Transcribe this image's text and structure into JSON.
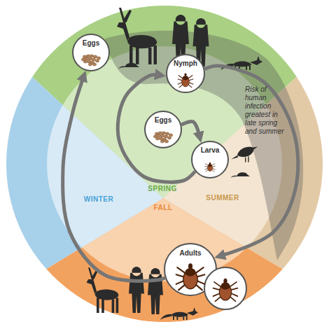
{
  "diagram": {
    "nodes": [
      {
        "text": [
          "Eggs"
        ]
      },
      {
        "text": [
          "Nymph"
        ]
      },
      {
        "text": [
          "Eggs"
        ]
      },
      {
        "text": [
          "Larva"
        ]
      },
      {
        "text": [
          "Adults"
        ]
      }
    ],
    "edges": [
      {
        "from": 2,
        "to": 3,
        "arrow": "to"
      },
      {
        "from": 3,
        "to": 1,
        "arrow": "to"
      },
      {
        "from": 1,
        "to": 4,
        "arrow": "to"
      },
      {
        "from": 4,
        "to": 0,
        "arrow": "to"
      }
    ],
    "labels": [
      "Risk of human infection greatest in late spring and summer",
      "SPRING",
      "SUMMER",
      "FALL",
      "WINTER"
    ]
  }
}
